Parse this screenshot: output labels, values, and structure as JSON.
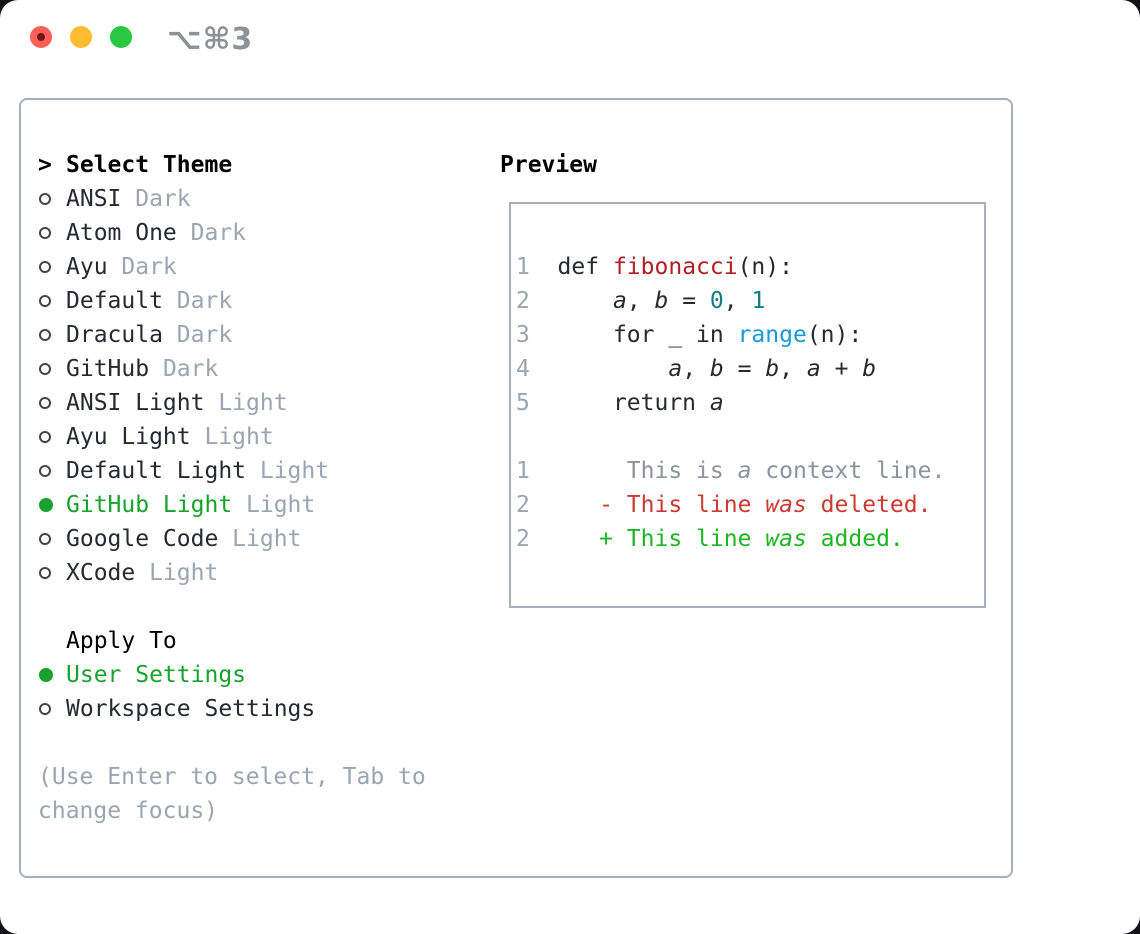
{
  "window": {
    "title": "⌥⌘3",
    "traffic_lights": {
      "close": "close",
      "minimize": "minimize",
      "zoom": "zoom"
    }
  },
  "sidebar": {
    "prompt": ">",
    "heading": "Select Theme",
    "themes": [
      {
        "name": "ANSI",
        "variant": "Dark",
        "selected": false
      },
      {
        "name": "Atom One",
        "variant": "Dark",
        "selected": false
      },
      {
        "name": "Ayu",
        "variant": "Dark",
        "selected": false
      },
      {
        "name": "Default",
        "variant": "Dark",
        "selected": false
      },
      {
        "name": "Dracula",
        "variant": "Dark",
        "selected": false
      },
      {
        "name": "GitHub",
        "variant": "Dark",
        "selected": false
      },
      {
        "name": "ANSI Light",
        "variant": "Light",
        "selected": false
      },
      {
        "name": "Ayu Light",
        "variant": "Light",
        "selected": false
      },
      {
        "name": "Default Light",
        "variant": "Light",
        "selected": false
      },
      {
        "name": "GitHub Light",
        "variant": "Light",
        "selected": true
      },
      {
        "name": "Google Code",
        "variant": "Light",
        "selected": false
      },
      {
        "name": "XCode",
        "variant": "Light",
        "selected": false
      }
    ],
    "apply_to": {
      "heading": "Apply To",
      "options": [
        {
          "label": "User Settings",
          "selected": true
        },
        {
          "label": "Workspace Settings",
          "selected": false
        }
      ]
    },
    "hint_line1": "(Use Enter to select, Tab to",
    "hint_line2": "change focus)"
  },
  "preview": {
    "heading": "Preview",
    "lines": [
      {
        "tokens": [
          {
            "t": "1",
            "s": "ln"
          },
          {
            "t": "  def ",
            "s": "p"
          },
          {
            "t": "fibonacci",
            "s": "fn"
          },
          {
            "t": "(n):",
            "s": "p"
          }
        ]
      },
      {
        "tokens": [
          {
            "t": "2",
            "s": "ln"
          },
          {
            "t": "      ",
            "s": "p"
          },
          {
            "t": "a",
            "s": "v"
          },
          {
            "t": ", ",
            "s": "p"
          },
          {
            "t": "b",
            "s": "v"
          },
          {
            "t": " = ",
            "s": "p"
          },
          {
            "t": "0",
            "s": "num"
          },
          {
            "t": ", ",
            "s": "p"
          },
          {
            "t": "1",
            "s": "num"
          }
        ]
      },
      {
        "tokens": [
          {
            "t": "3",
            "s": "ln"
          },
          {
            "t": "      for _ in ",
            "s": "p"
          },
          {
            "t": "range",
            "s": "call"
          },
          {
            "t": "(n):",
            "s": "p"
          }
        ]
      },
      {
        "tokens": [
          {
            "t": "4",
            "s": "ln"
          },
          {
            "t": "          ",
            "s": "p"
          },
          {
            "t": "a",
            "s": "v"
          },
          {
            "t": ", ",
            "s": "p"
          },
          {
            "t": "b",
            "s": "v"
          },
          {
            "t": " = ",
            "s": "p"
          },
          {
            "t": "b",
            "s": "v"
          },
          {
            "t": ", ",
            "s": "p"
          },
          {
            "t": "a",
            "s": "v"
          },
          {
            "t": " + ",
            "s": "p"
          },
          {
            "t": "b",
            "s": "v"
          }
        ]
      },
      {
        "tokens": [
          {
            "t": "5",
            "s": "ln"
          },
          {
            "t": "      return ",
            "s": "p"
          },
          {
            "t": "a",
            "s": "v"
          }
        ]
      },
      {
        "tokens": []
      },
      {
        "tokens": [
          {
            "t": "1",
            "s": "ln"
          },
          {
            "t": "       ",
            "s": "ctx"
          },
          {
            "t": "This is ",
            "s": "ctx"
          },
          {
            "t": "a",
            "s": "ctxi"
          },
          {
            "t": " context line.",
            "s": "ctx"
          }
        ]
      },
      {
        "tokens": [
          {
            "t": "2",
            "s": "ln"
          },
          {
            "t": "     ",
            "s": "p"
          },
          {
            "t": "- This line ",
            "s": "del"
          },
          {
            "t": "was",
            "s": "deli"
          },
          {
            "t": " deleted.",
            "s": "del"
          }
        ]
      },
      {
        "tokens": [
          {
            "t": "2",
            "s": "ln"
          },
          {
            "t": "     ",
            "s": "p"
          },
          {
            "t": "+ This line ",
            "s": "add"
          },
          {
            "t": "was",
            "s": "addi"
          },
          {
            "t": " added.",
            "s": "add"
          }
        ]
      }
    ]
  },
  "colors": {
    "page_bg": "#131315",
    "window_bg": "#ffffff",
    "border": "#a7b0ba",
    "text": "#242a31",
    "heading": "#000000",
    "muted": "#9aa5b1",
    "green_selected": "#18a12d",
    "green_added": "#1db521",
    "red_deleted": "#cd3931",
    "red_function": "#b01f24",
    "teal_number": "#0f7d82",
    "blue_call": "#189ad6",
    "context": "#8b939c",
    "line_number": "#9aa5b1",
    "radio_ring": "#3e454e",
    "title": "#8d9299",
    "traffic_red": "#ff5f57",
    "traffic_red_dot": "#701712",
    "traffic_yellow": "#febc2e",
    "traffic_green": "#28c840"
  }
}
